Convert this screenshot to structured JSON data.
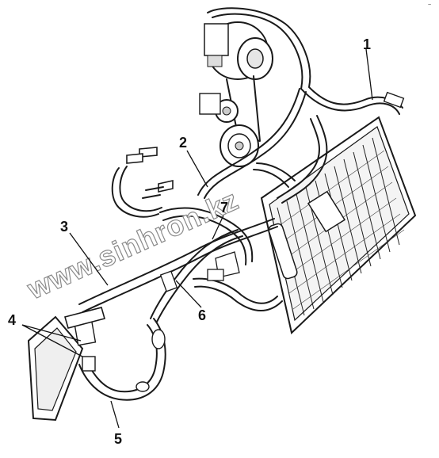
{
  "callouts": [
    {
      "id": "1",
      "label": "1"
    },
    {
      "id": "2",
      "label": "2"
    },
    {
      "id": "3",
      "label": "3"
    },
    {
      "id": "4",
      "label": "4"
    },
    {
      "id": "5",
      "label": "5"
    },
    {
      "id": "6",
      "label": "6"
    },
    {
      "id": "7",
      "label": "7"
    }
  ],
  "watermark": "www.sinhron.kz",
  "corner_mark": "~",
  "colors": {
    "line": "#1a1a1a",
    "watermark_outline": "#8a8a8a",
    "background": "#ffffff"
  }
}
